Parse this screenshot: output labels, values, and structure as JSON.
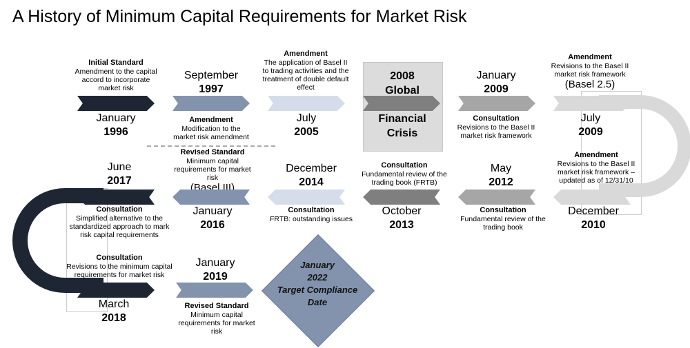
{
  "title": "A History of Minimum Capital Requirements for Market Risk",
  "colors": {
    "dark": "#1f2633",
    "slate": "#8393ad",
    "pale_blue": "#d5ddea",
    "dark_gray": "#7f7f7f",
    "mid_gray": "#a6a6a6",
    "light_gray": "#d9d9d9",
    "crisis_box": "#dcdcdc"
  },
  "events": {
    "e1996": {
      "month": "January",
      "year": "1996",
      "heading": "Initial Standard",
      "body": "Amendment to the capital accord to incorporate market risk"
    },
    "e1997": {
      "month": "September",
      "year": "1997",
      "heading": "Amendment",
      "body": "Modification to the market risk amendment"
    },
    "e2005": {
      "month": "July",
      "year": "2005",
      "heading": "Amendment",
      "body": "The application of Basel II to trading activities and the treatment of double default effect"
    },
    "crisis": {
      "line1": "2008",
      "line2": "Global",
      "line3": "Financial",
      "line4": "Crisis"
    },
    "e2009a": {
      "month": "January",
      "year": "2009",
      "heading": "Consultation",
      "body": "Revisions to the Basel II market risk framework"
    },
    "e2009b": {
      "month": "July",
      "year": "2009",
      "heading": "Amendment",
      "body": "Revisions to the Basel II market risk framework",
      "extra": "(Basel 2.5)"
    },
    "e2010": {
      "month": "December",
      "year": "2010",
      "heading": "Amendment",
      "body": "Revisions to the Basel II market risk framework – updated as of 12/31/10"
    },
    "e2012": {
      "month": "May",
      "year": "2012",
      "heading": "Consultation",
      "body": "Fundamental review of the trading book"
    },
    "e2013": {
      "month": "October",
      "year": "2013",
      "heading": "Consultation",
      "body": "Fundamental review of the trading book (FRTB)"
    },
    "e2014": {
      "month": "December",
      "year": "2014",
      "heading": "Consultation",
      "body": "FRTB: outstanding issues"
    },
    "e2016": {
      "month": "January",
      "year": "2016",
      "heading": "Revised Standard",
      "body": "Minimum capital requirements for market risk",
      "extra": "(Basel III)"
    },
    "e2017": {
      "month": "June",
      "year": "2017",
      "heading": "Consultation",
      "body": "Simplified alternative to the standardized approach to mark risk capital requirements"
    },
    "e2018": {
      "month": "March",
      "year": "2018",
      "heading": "Consultation",
      "body": "Revisions to the minimum capital requirements for market risk"
    },
    "e2019": {
      "month": "January",
      "year": "2019",
      "heading": "Revised Standard",
      "body": "Minimum capital requirements for market risk"
    },
    "e2022": {
      "line1": "January",
      "line2": "2022",
      "line3": "Target Compliance",
      "line4": "Date"
    }
  }
}
